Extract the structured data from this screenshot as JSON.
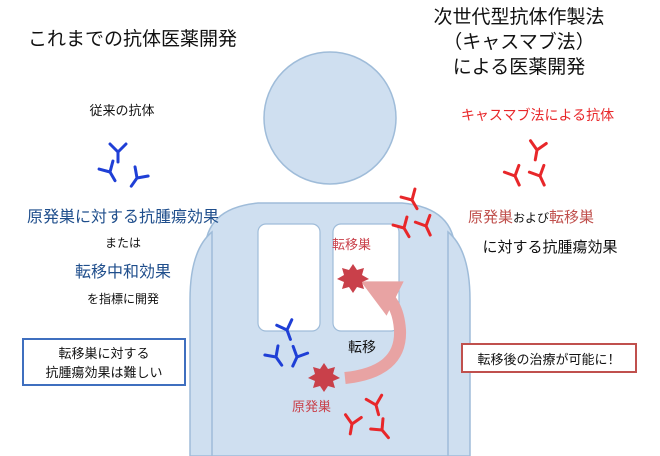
{
  "titles": {
    "left": "これまでの抗体医薬開発",
    "right_line1": "次世代型抗体作製法",
    "right_line2": "（キャスマブ法）",
    "right_line3": "による医薬開発"
  },
  "left": {
    "antibody_label": "従来の抗体",
    "effect_primary": "原発巣に対する抗腫瘍効果",
    "or_text": "または",
    "effect_metastasis": "転移中和効果",
    "indicator_text": "を指標に開発",
    "box_line1": "転移巣に対する",
    "box_line2": "抗腫瘍効果は難しい"
  },
  "right": {
    "antibody_label": "キャスマブ法による抗体",
    "effect_primary_site": "原発巣",
    "and_text": "および",
    "effect_metastasis_site": "転移巣",
    "effect_suffix": "に対する抗腫瘍効果",
    "box_text": "転移後の治療が可能に！"
  },
  "body": {
    "metastasis_label": "転移巣",
    "primary_label": "原発巣",
    "transfer_label": "転移"
  },
  "colors": {
    "body_fill": "#cfdff0",
    "body_stroke": "#9fbcd9",
    "blue_antibody": "#1f3fd6",
    "red_antibody": "#e8272a",
    "navy_text": "#1f4e8c",
    "red_text": "#e8272a",
    "tumor": "#c9404a",
    "arrow": "#e8a3a3",
    "left_box_border": "#3f6fbf",
    "right_box_border": "#c0504d"
  }
}
